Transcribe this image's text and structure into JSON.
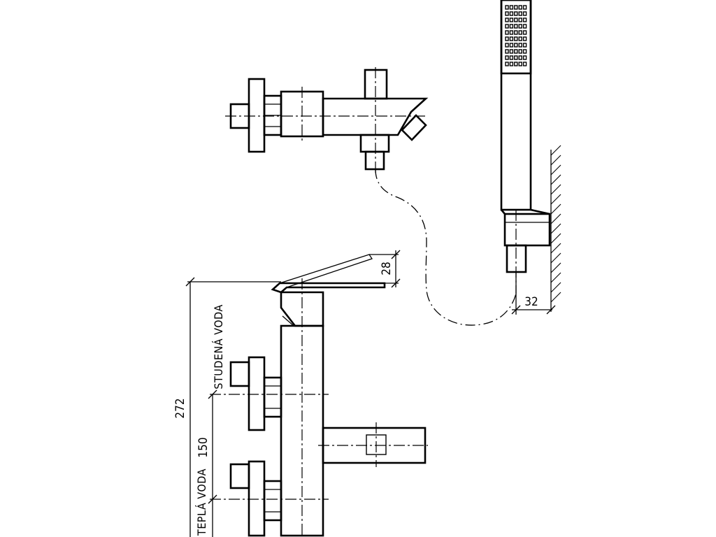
{
  "dimensions": {
    "overall_height": "272",
    "inlet_spacing": "150",
    "lever_height": "28",
    "holder_offset": "32"
  },
  "labels": {
    "cold_water": "STUDENÁ VODA",
    "hot_water": "TEPLÁ VODA"
  }
}
